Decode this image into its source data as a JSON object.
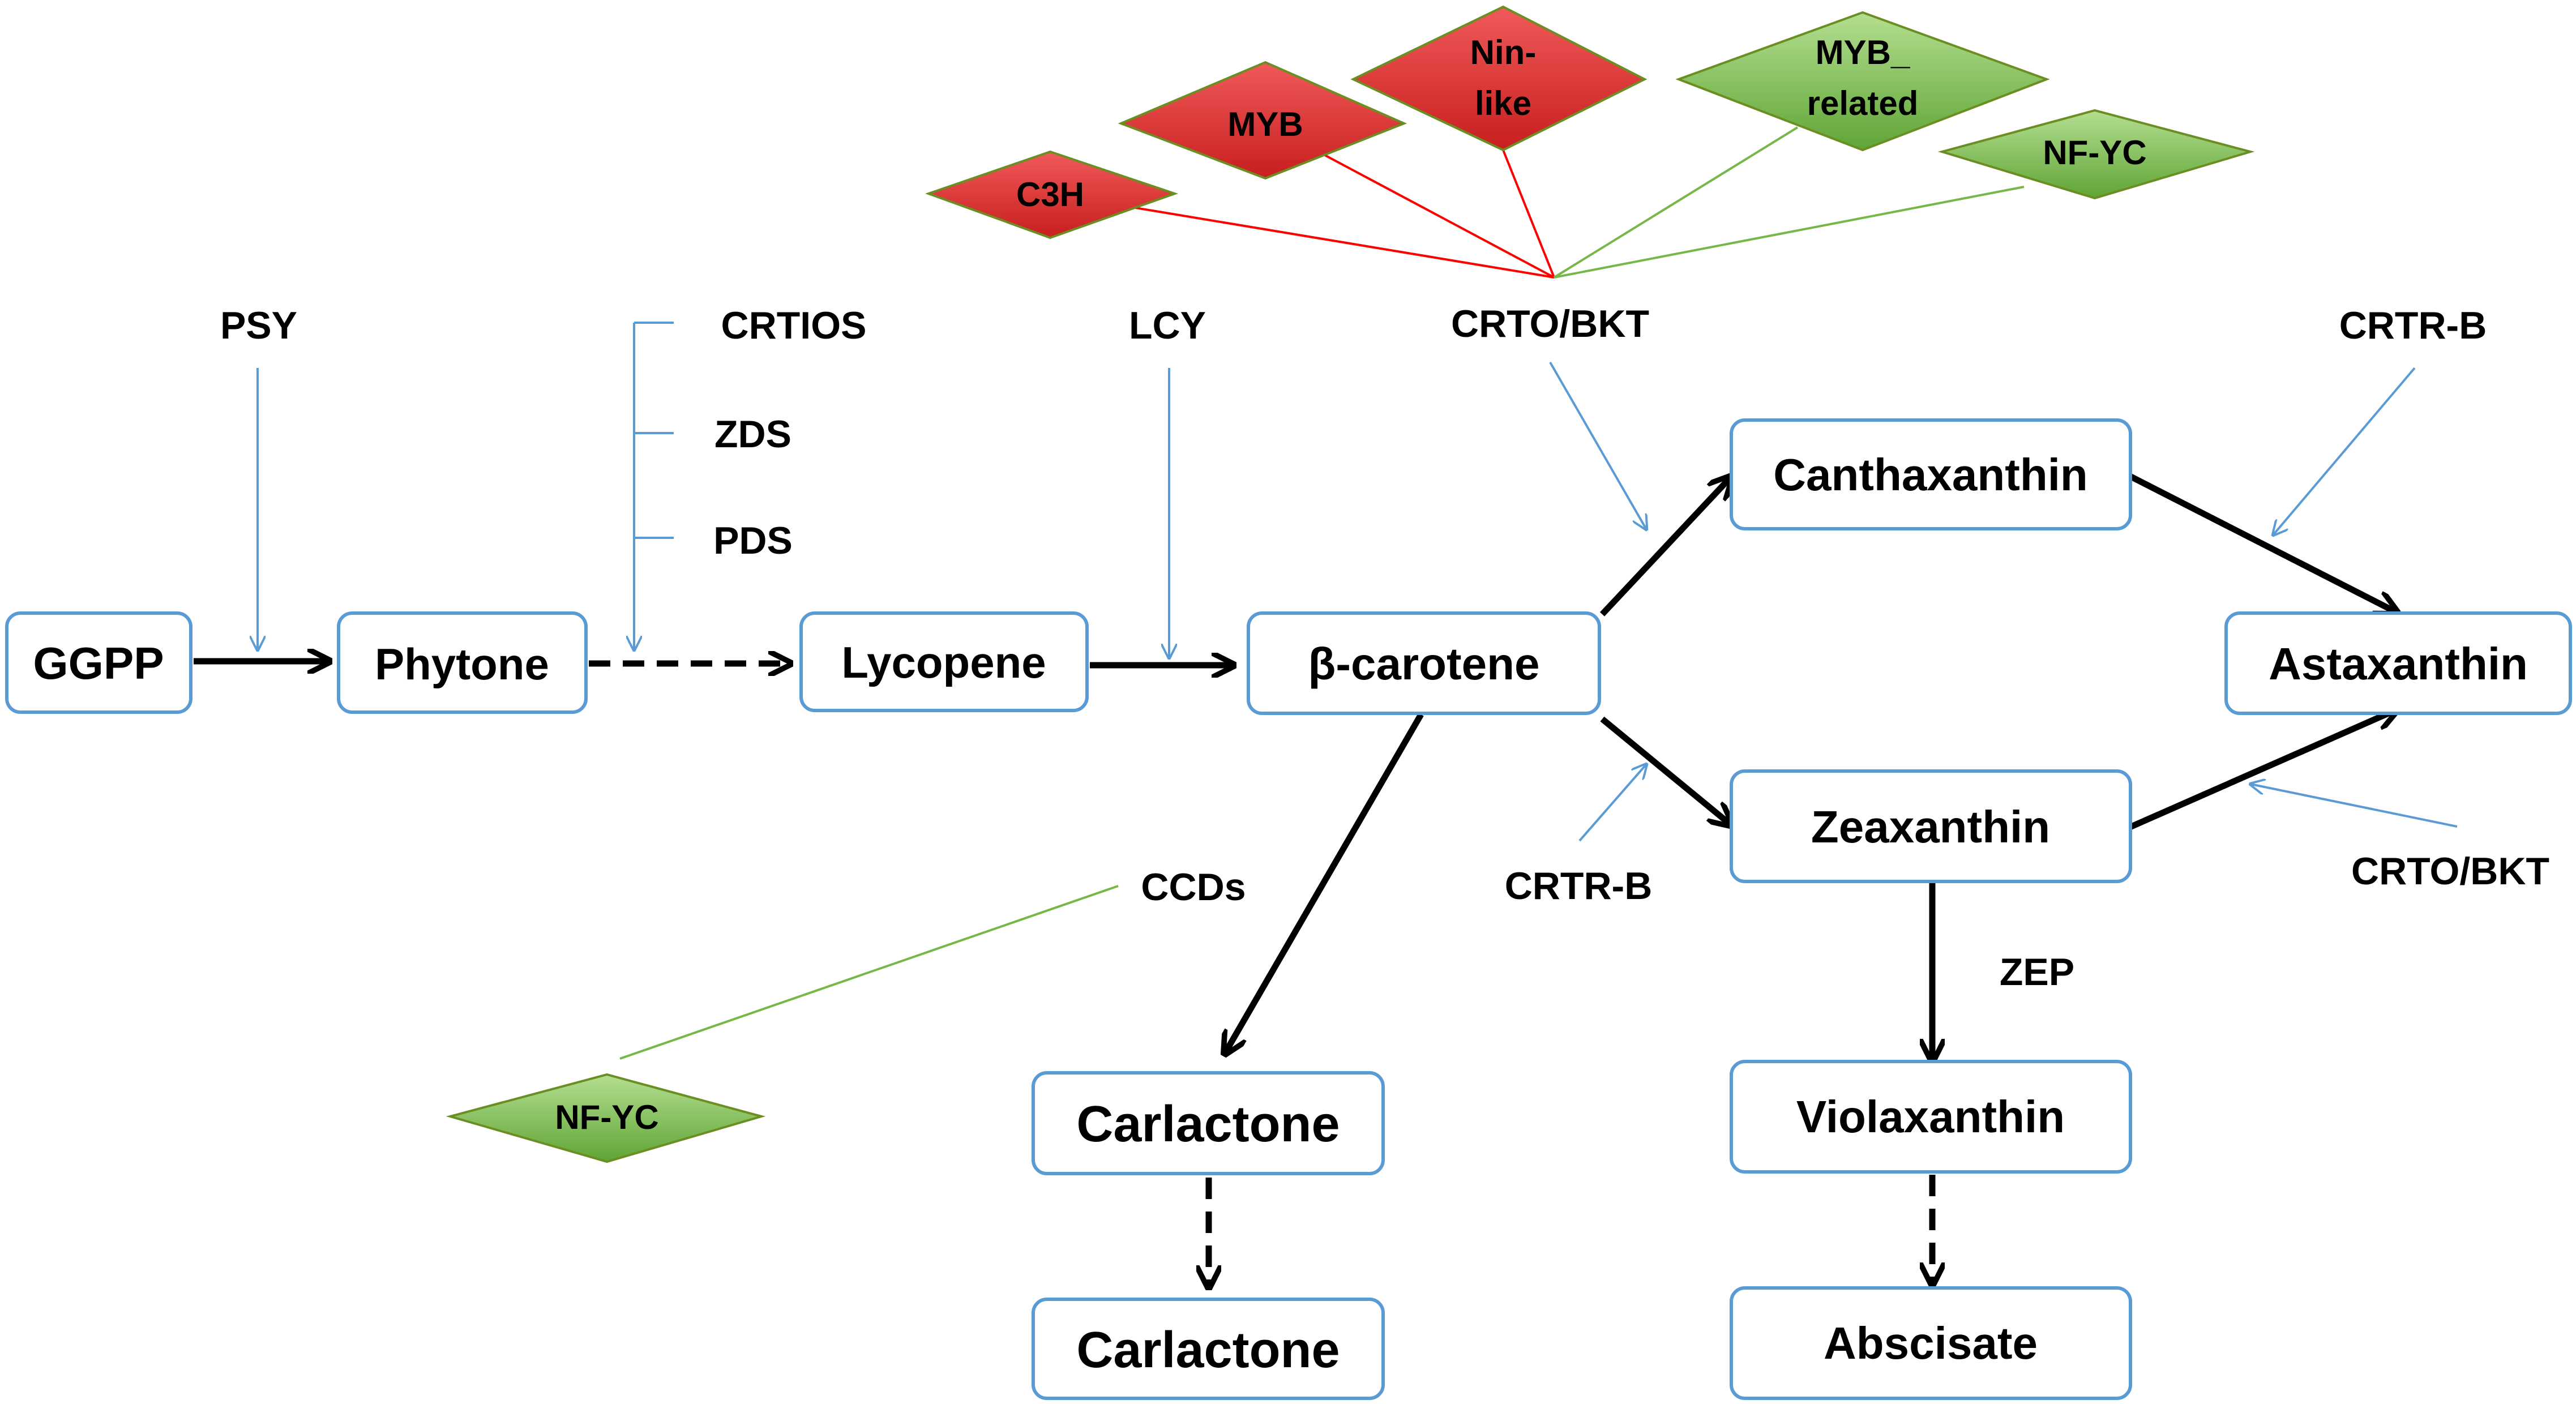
{
  "colors": {
    "box_border": "#5b9bd5",
    "enzyme_arrow": "#5b9bd5",
    "repressor_tf": "#e83232",
    "activator_tf": "#7cc24e",
    "red_link": "#ff0000",
    "green_link": "#77b748"
  },
  "nodes": {
    "ggpp": "GGPP",
    "phytone": "Phytone",
    "lycopene": "Lycopene",
    "beta_carotene": "β-carotene",
    "canthaxanthin": "Canthaxanthin",
    "astaxanthin": "Astaxanthin",
    "zeaxanthin": "Zeaxanthin",
    "violaxanthin": "Violaxanthin",
    "abscisate": "Abscisate",
    "carlactone_1": "Carlactone",
    "carlactone_2": "Carlactone"
  },
  "enzymes": {
    "psy": "PSY",
    "crtios": "CRTIOS",
    "zds": "ZDS",
    "pds": "PDS",
    "lcy": "LCY",
    "crto_bkt_top": "CRTO/BKT",
    "crtr_b_top": "CRTR-B",
    "crtr_b_bottom": "CRTR-B",
    "crto_bkt_bottom": "CRTO/BKT",
    "zep": "ZEP",
    "ccds": "CCDs"
  },
  "transcription_factors": {
    "c3h": "C3H",
    "myb": "MYB",
    "nin_like_1": "Nin-",
    "nin_like_2": "like",
    "myb_related_1": "MYB_",
    "myb_related_2": "related",
    "nf_yc_top": "NF-YC",
    "nf_yc_bottom": "NF-YC"
  }
}
